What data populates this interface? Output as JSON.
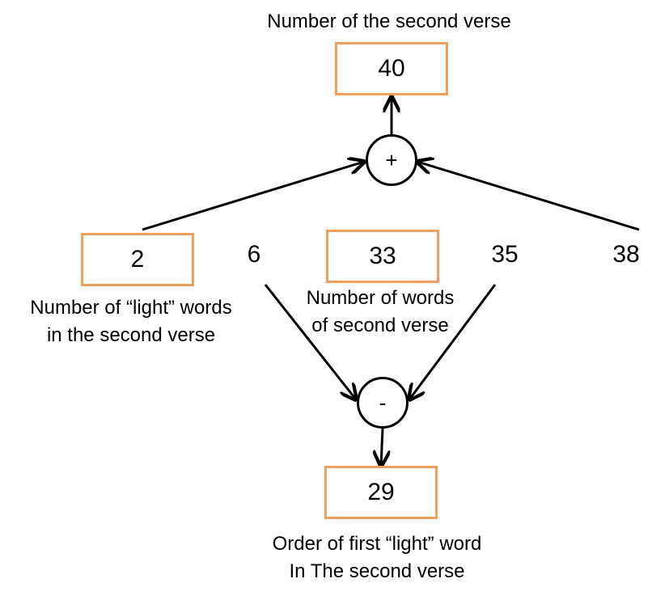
{
  "top": {
    "caption": "Number of the second verse",
    "value": "40"
  },
  "plus_operator": "+",
  "minus_operator": "-",
  "row": {
    "n1": "2",
    "n2": "6",
    "n3": "33",
    "n4": "35",
    "n5": "38"
  },
  "captions": {
    "light_words_line1": "Number of “light” words",
    "light_words_line2": "in the second verse",
    "words_count_line1": "Number of words",
    "words_count_line2": "of second verse"
  },
  "bottom": {
    "value": "29",
    "caption_line1": "Order of first “light” word",
    "caption_line2": "In The second verse"
  },
  "colors": {
    "box_border": "#f0a05a",
    "line": "#000000"
  }
}
